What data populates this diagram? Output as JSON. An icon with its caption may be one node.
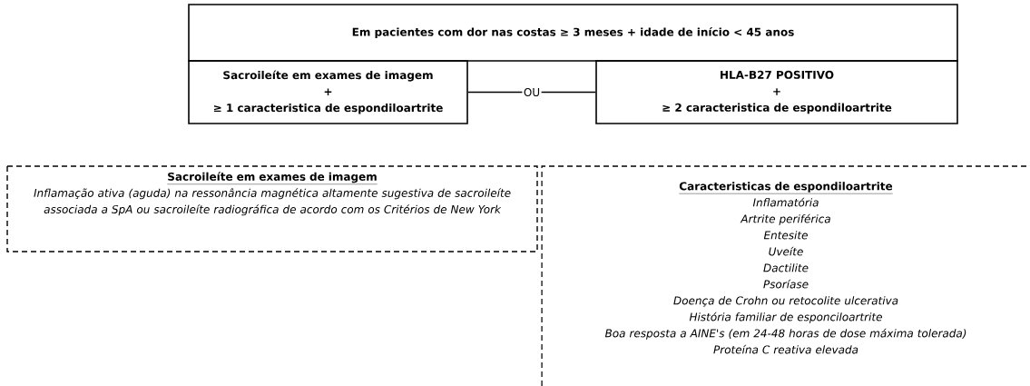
{
  "diagram": {
    "nodes": [
      {
        "text": [
          "Em pacientes com dor nas costas ≥ 3 meses + idade de início < 45 anos"
        ]
      },
      {
        "text": [
          "Sacroileíte em exames de imagem",
          "+",
          "≥ 1 caracteristica de espondiloartrite"
        ]
      },
      {
        "text": [
          "HLA-B27 POSITIVO",
          "+",
          "≥ 2 caracteristica de espondiloartrite"
        ]
      },
      {
        "text": [
          "Sacroileíte em exames de imagem",
          "Inflamação ativa (aguda) na ressonância magnética altamente sugestiva de sacroileíte associada a SpA ou sacroileíte radiográfica de acordo com os Critérios de New York"
        ]
      },
      {
        "text": [
          "Caracteristicas de espondiloartrite",
          "Inflamatória",
          "Artrite periférica",
          "Entesite",
          "Uveíte",
          "Dactilite",
          "Psoríase",
          "Doença de Crohn ou retocolite ulcerativa",
          "História familiar de esponciloartrite",
          "Boa resposta a AINE's (em 24-48 horas de dose máxima tolerada)",
          "Proteína C reativa elevada"
        ]
      }
    ],
    "edges": [
      {
        "from": 1,
        "to": 2,
        "arrow": "none",
        "label": "OU"
      }
    ]
  }
}
